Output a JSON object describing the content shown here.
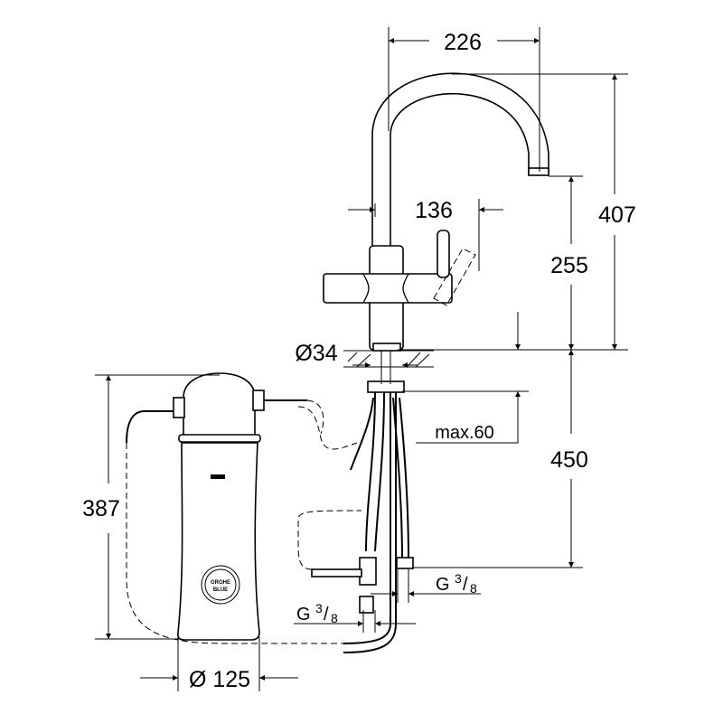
{
  "title": "GROHE Blue faucet with filter – dimension drawing",
  "dimensions": {
    "spout_reach": "226",
    "total_height": "407",
    "handle_offset": "136",
    "spout_height": "255",
    "hole_diameter": "Ø34",
    "counter_thickness": "max.60",
    "hose_length": "450",
    "filter_height": "387",
    "filter_diameter": "Ø 125",
    "thread_left": {
      "base": "G",
      "num": "3",
      "den": "8"
    },
    "thread_right": {
      "base": "G",
      "num": "3",
      "den": "8"
    }
  },
  "filter_logo": {
    "line1": "GROHE",
    "line2": "BLUE"
  }
}
